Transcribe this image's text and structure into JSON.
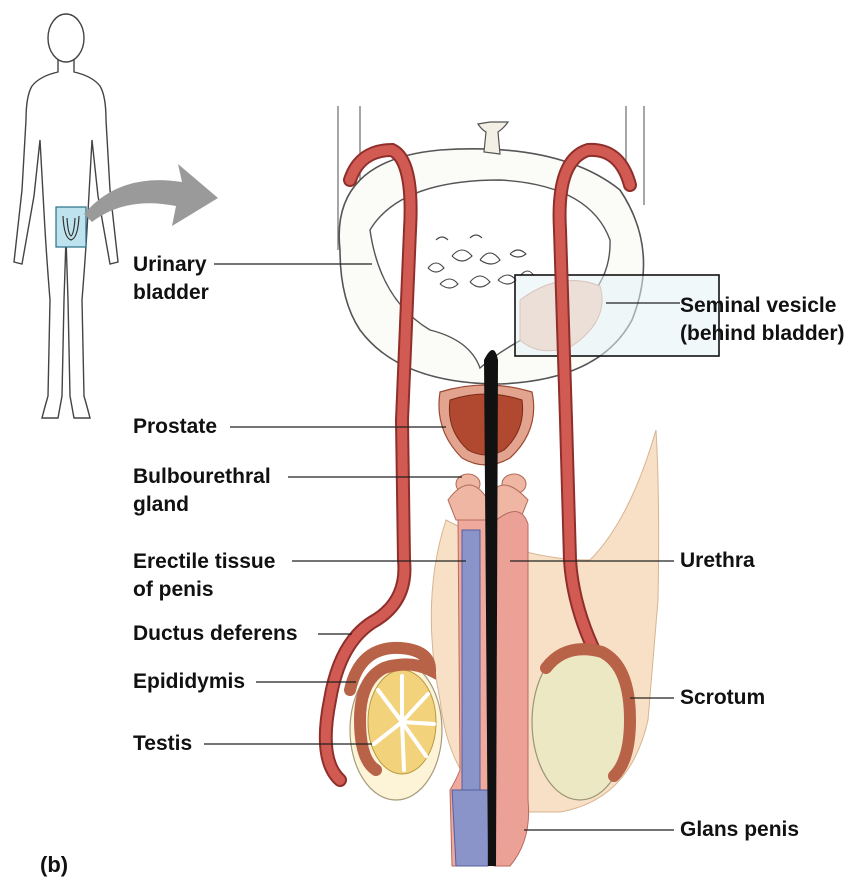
{
  "panel_label": "(b)",
  "labels": {
    "urinary_bladder": [
      "Urinary",
      "bladder"
    ],
    "seminal_vesicle": [
      "Seminal vesicle",
      "(behind bladder)"
    ],
    "prostate": [
      "Prostate"
    ],
    "bulbourethral_gland": [
      "Bulbourethral",
      "gland"
    ],
    "erectile_tissue": [
      "Erectile tissue",
      "of penis"
    ],
    "urethra": [
      "Urethra"
    ],
    "ductus_deferens": [
      "Ductus deferens"
    ],
    "epididymis": [
      "Epididymis"
    ],
    "scrotum": [
      "Scrotum"
    ],
    "testis": [
      "Testis"
    ],
    "glans_penis": [
      "Glans penis"
    ]
  },
  "colors": {
    "duct": "#c9504a",
    "duct_dark": "#8f2f2b",
    "prostate": "#b04a34",
    "erectile": "#8a94c9",
    "urethra": "#e6a097",
    "skin": "#f6dcc0",
    "testis_left": "#f2d27a",
    "testis_right": "#ece8c4",
    "epididymis": "#c97a63",
    "highlight_box": "#e6f2f6"
  }
}
